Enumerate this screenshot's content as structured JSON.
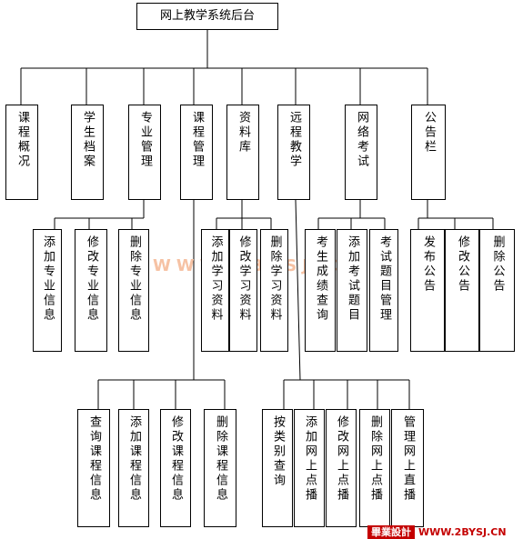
{
  "root": "网上教学系统后台",
  "level1": [
    "课程概况",
    "学生档案",
    "专业管理",
    "课程管理",
    "资料库",
    "远程教学",
    "网络考试",
    "公告栏"
  ],
  "professional_children": [
    "添加专业信息",
    "修改专业信息",
    "删除专业信息"
  ],
  "library_children": [
    "添加学习资料",
    "修改学习资料",
    "删除学习资料"
  ],
  "exam_children": [
    "考生成绩查询",
    "添加考试题目",
    "考试题目管理"
  ],
  "notice_children": [
    "发布公告",
    "修改公告",
    "删除公告"
  ],
  "course_children": [
    "查询课程信息",
    "添加课程信息",
    "修改课程信息",
    "删除课程信息"
  ],
  "remote_children": [
    "按类别查询",
    "添加网上点播",
    "修改网上点播",
    "删除网上点播",
    "管理网上直播"
  ],
  "watermark": "WWW.2BYSJ.CN",
  "footer": {
    "logo": "畢業設計",
    "url": "WWW.2BYSJ.CN"
  }
}
